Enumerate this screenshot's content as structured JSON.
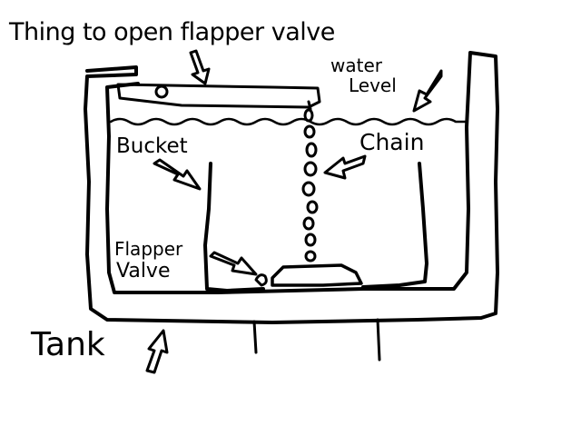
{
  "labels": {
    "opener": "Thing to open flapper valve",
    "water_line1": "water",
    "water_line2": "Level",
    "bucket": "Bucket",
    "chain": "Chain",
    "flapper_line1": "Flapper",
    "flapper_line2": "Valve",
    "tank": "Tank"
  },
  "colors": {
    "ink": "#000000",
    "background": "#ffffff"
  }
}
